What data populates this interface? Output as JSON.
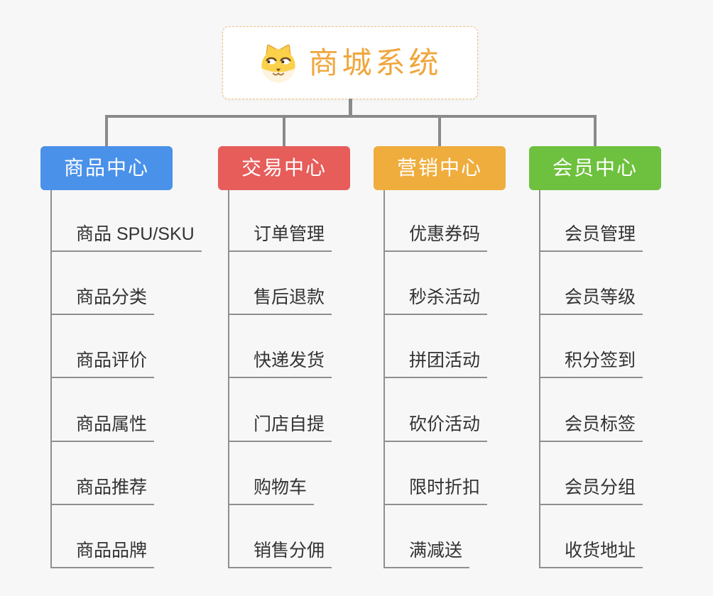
{
  "root": {
    "title": "商城系统",
    "icon": "dog-face-icon"
  },
  "colors": {
    "background": "#f7f7f7",
    "connector": "#8a8a8a",
    "root_accent": "#f0a63c",
    "root_border": "#f2be7a",
    "leaf_text": "#333333"
  },
  "branches": [
    {
      "label": "商品中心",
      "color": "#4a91e9",
      "children": [
        "商品 SPU/SKU",
        "商品分类",
        "商品评价",
        "商品属性",
        "商品推荐",
        "商品品牌"
      ]
    },
    {
      "label": "交易中心",
      "color": "#e65d5a",
      "children": [
        "订单管理",
        "售后退款",
        "快递发货",
        "门店自提",
        "购物车",
        "销售分佣"
      ]
    },
    {
      "label": "营销中心",
      "color": "#efad3d",
      "children": [
        "优惠券码",
        "秒杀活动",
        "拼团活动",
        "砍价活动",
        "限时折扣",
        "满减送"
      ]
    },
    {
      "label": "会员中心",
      "color": "#6ec13e",
      "children": [
        "会员管理",
        "会员等级",
        "积分签到",
        "会员标签",
        "会员分组",
        "收货地址"
      ]
    }
  ]
}
